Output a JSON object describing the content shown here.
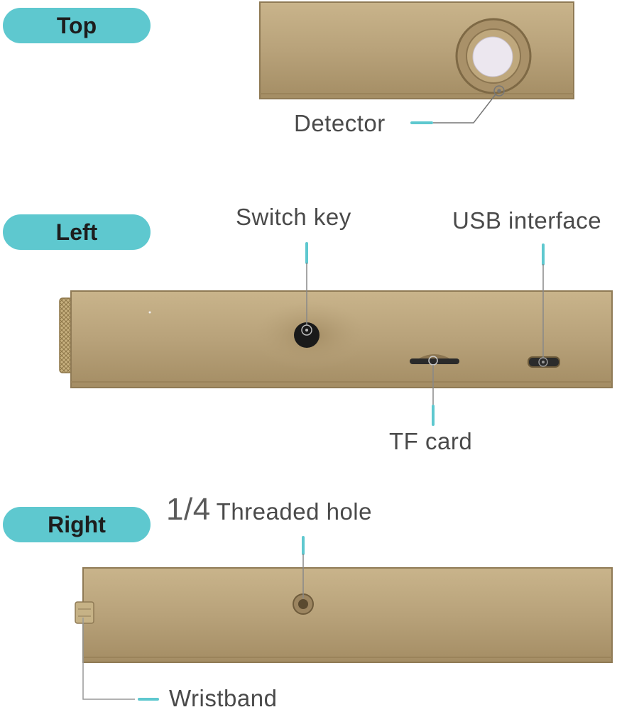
{
  "sections": {
    "top": "Top",
    "left": "Left",
    "right": "Right"
  },
  "callouts": {
    "detector": "Detector",
    "switch_key": "Switch key",
    "usb_interface": "USB interface",
    "tf_card": "TF card",
    "threaded_prefix": "1/4",
    "threaded_hole": "Threaded hole",
    "wristband": "Wristband"
  },
  "colors": {
    "accent": "#5ec8cf",
    "device": "#b8a27a",
    "label": "#4a4a4a"
  }
}
